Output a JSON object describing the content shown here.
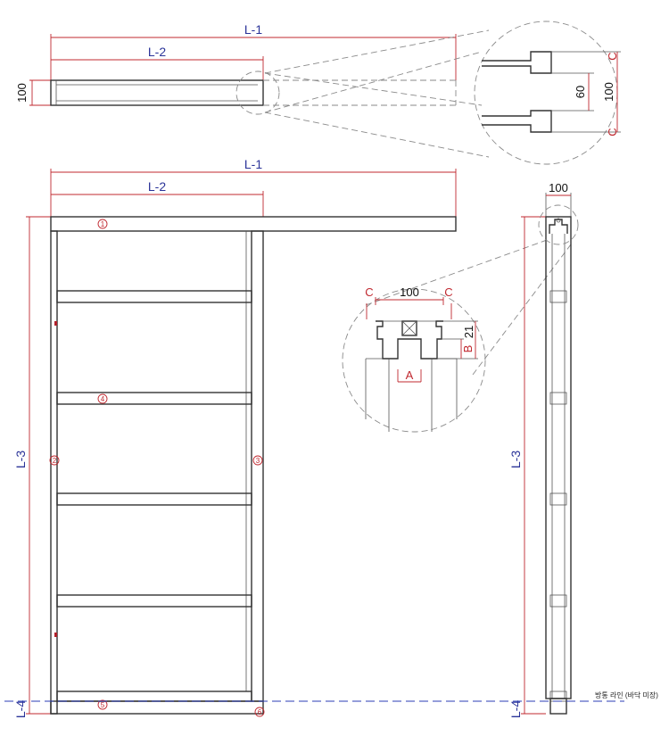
{
  "dims": {
    "l1": "L-1",
    "l2": "L-2",
    "l3": "L-3",
    "l4": "L-4",
    "d100": "100",
    "d60": "60",
    "d21": "21",
    "c": "C",
    "a": "A",
    "b": "B"
  },
  "parts": {
    "p1": "1",
    "p2": "2",
    "p3": "3",
    "p4": "4",
    "p5": "5",
    "p6": "6"
  },
  "floor_label": "방통 라인 (바닥 미장)",
  "colors": {
    "dimension": "#c0282f",
    "label": "#2b3499",
    "floor_line": "#2b3eb5",
    "outline": "#333333"
  }
}
